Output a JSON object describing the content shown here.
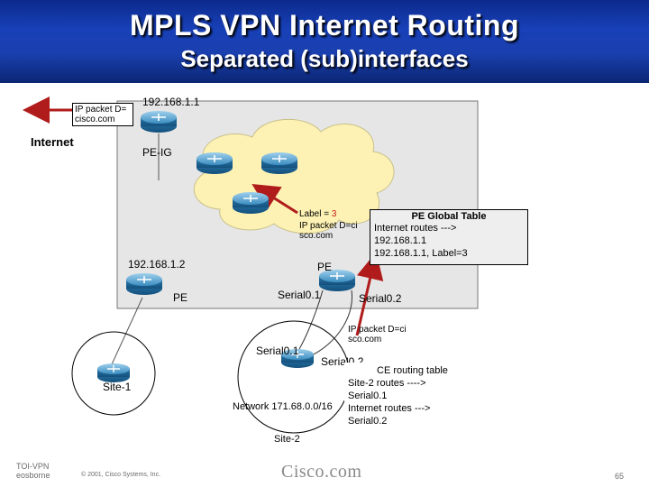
{
  "slide": {
    "title": "MPLS VPN Internet Routing",
    "subtitle": "Separated (sub)interfaces"
  },
  "internet": {
    "label": "Internet",
    "packet": "IP packet D=cisco.com"
  },
  "pe_ig": {
    "label": "PE-IG",
    "address": "192.168.1.1"
  },
  "core_packet": {
    "label_prefix": "Label = ",
    "label_value": "3",
    "packet": "IP packet D=cisco.com"
  },
  "pe": {
    "label": "PE",
    "address": "192.168.1.2",
    "left_label": "PE",
    "serial_a": "Serial0.1",
    "serial_b": "Serial0.2"
  },
  "pe_table": {
    "title": "PE Global Table",
    "line1": "Internet routes --->",
    "line2": "192.168.1.1",
    "line3": "192.168.1.1, Label=3"
  },
  "ce": {
    "serial_a": "Serial0.1",
    "serial_b": "Serial0.2",
    "packet": "IP packet D=cisco.com",
    "network": "Network 171.68.0.0/16"
  },
  "ce_table": {
    "title": "CE routing table",
    "line1": "Site-2 routes ---->",
    "line2": "Serial0.1",
    "line3": "Internet routes --->",
    "line4": "Serial0.2"
  },
  "sites": {
    "site1": "Site-1",
    "site2": "Site-2"
  },
  "footer": {
    "left_line1": "TOI-VPN",
    "left_line2": "eosborne",
    "copyright": "© 2001, Cisco Systems, Inc.",
    "logo": "Cisco.com",
    "page": "65"
  },
  "colors": {
    "header_blue": "#1a3fae",
    "cloud": "#fdf2b4",
    "label_red": "#c41a1a",
    "arrow_red": "#b01c1c",
    "router_blue": "#2f84b4"
  }
}
